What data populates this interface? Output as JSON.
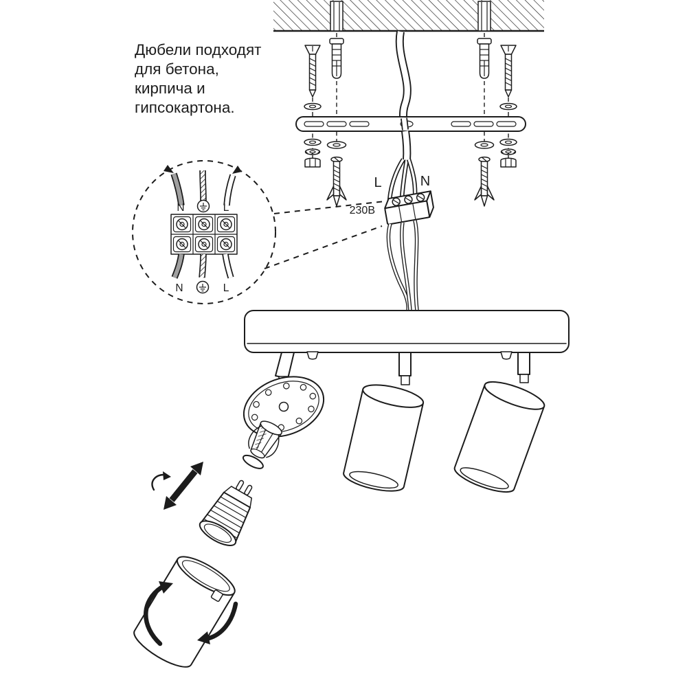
{
  "note": {
    "line1": "Дюбели подходят",
    "line2": "для бетона,",
    "line3": "кирпича и",
    "line4": "гипсокартона."
  },
  "wiring": {
    "live_label": "L",
    "neutral_label": "N",
    "voltage_label": "230В"
  },
  "inset": {
    "top_labels": {
      "neutral": "N",
      "live": "L"
    },
    "bottom_labels": {
      "neutral": "N",
      "live": "L"
    }
  },
  "colors": {
    "ink": "#1c1c1c",
    "background": "#ffffff",
    "neutral_wire_fill": "#a0a0a0"
  }
}
